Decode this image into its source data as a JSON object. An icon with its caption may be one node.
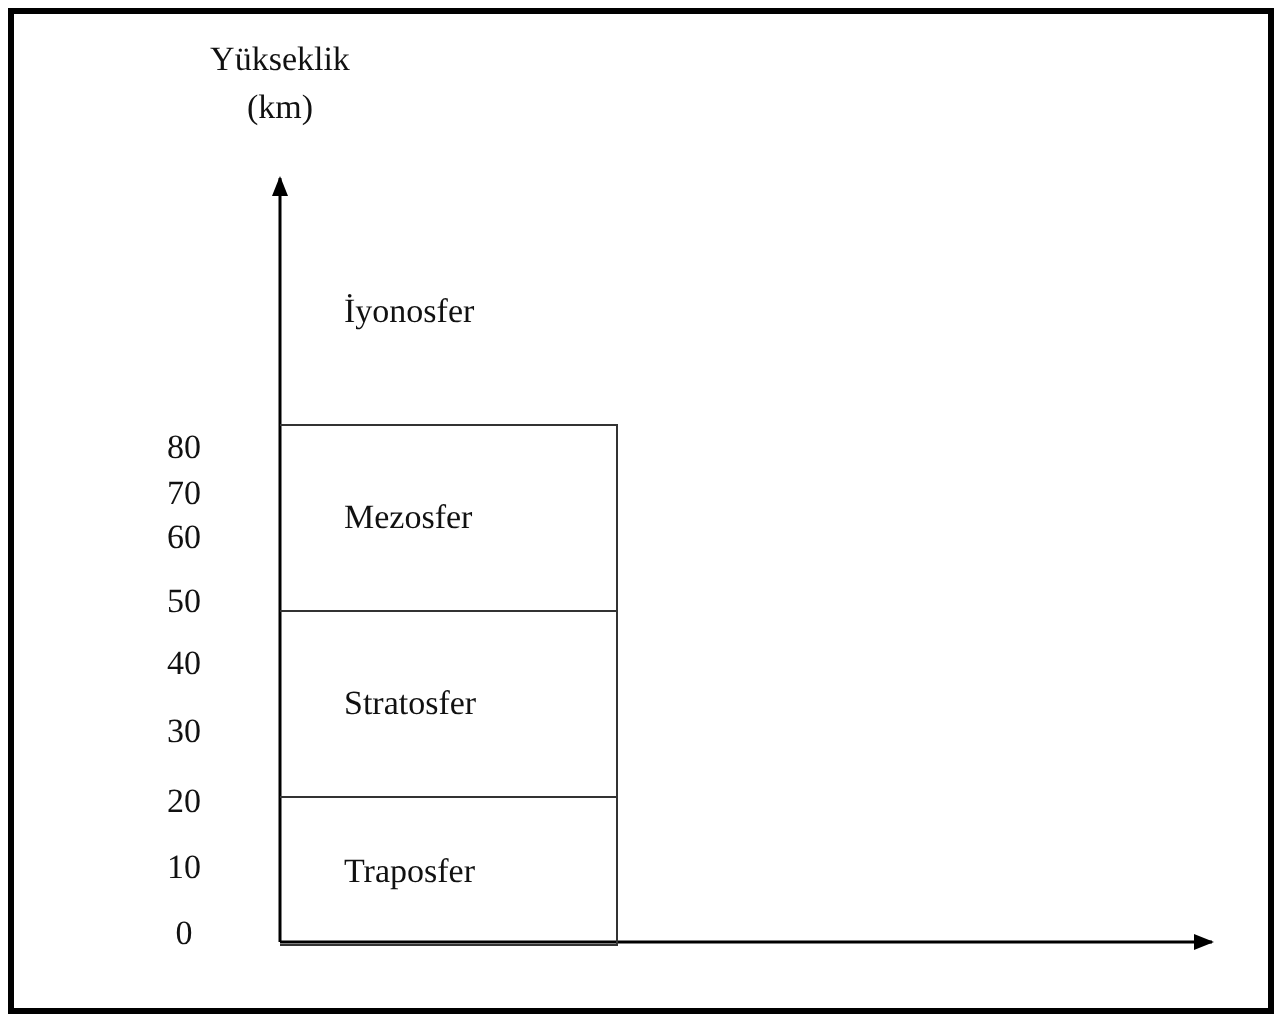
{
  "diagram": {
    "nodes": [
      {
        "text": [
          "Mezosfer"
        ]
      },
      {
        "text": [
          "Stratosfer"
        ]
      },
      {
        "text": [
          "Traposfer"
        ]
      }
    ],
    "labels": [
      "Yükseklik (km)",
      "İyonosfer",
      "80",
      "70",
      "60",
      "50",
      "40",
      "30",
      "20",
      "10",
      "0"
    ]
  }
}
